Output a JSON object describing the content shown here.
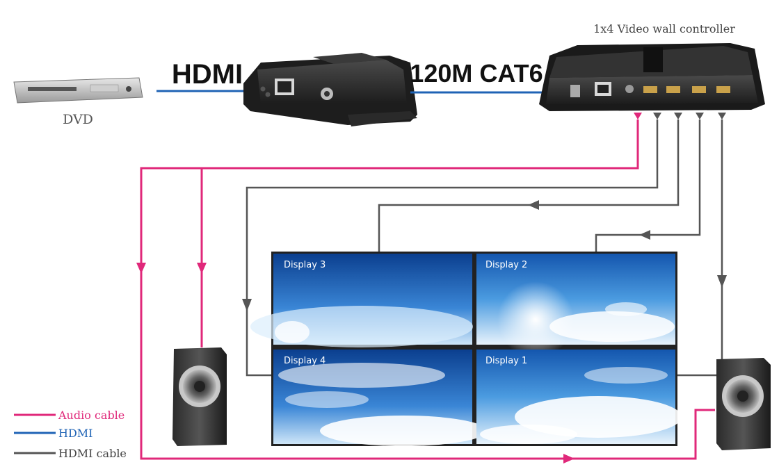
{
  "labels": {
    "dvd": "DVD",
    "hdmi_link": "HDMI",
    "cat6_link": "120M CAT6",
    "controller_title": "1x4 Video wall controller"
  },
  "displays": [
    {
      "label": "Display 3"
    },
    {
      "label": "Display 2"
    },
    {
      "label": "Display 4"
    },
    {
      "label": "Display 1"
    }
  ],
  "legend": [
    {
      "label": "Audio cable",
      "color": "#e0287a"
    },
    {
      "label": "HDMI",
      "color": "#1f63b5"
    },
    {
      "label": "HDMI cable",
      "color": "#555555"
    }
  ],
  "colors": {
    "audio": "#e0287a",
    "hdmi": "#1f63b5",
    "hdmi_cable": "#555555",
    "device": "#2a2a2a"
  }
}
